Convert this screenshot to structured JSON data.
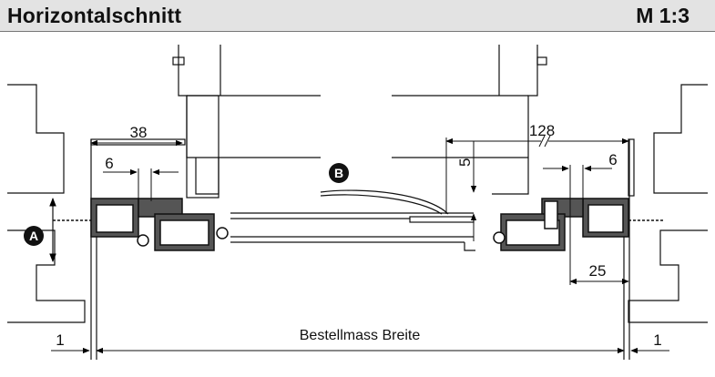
{
  "header": {
    "title": "Horizontalschnitt",
    "scale": "M 1:3"
  },
  "drawing": {
    "dimensions": {
      "left_width": "38",
      "left_gap": "6",
      "right_width": "128",
      "right_gap": "6",
      "vertical": "5",
      "right_depth": "25",
      "left_bottom": "1",
      "right_bottom": "1",
      "overall_label": "Bestellmass Breite"
    },
    "markers": {
      "a": "A",
      "b": "B"
    }
  }
}
